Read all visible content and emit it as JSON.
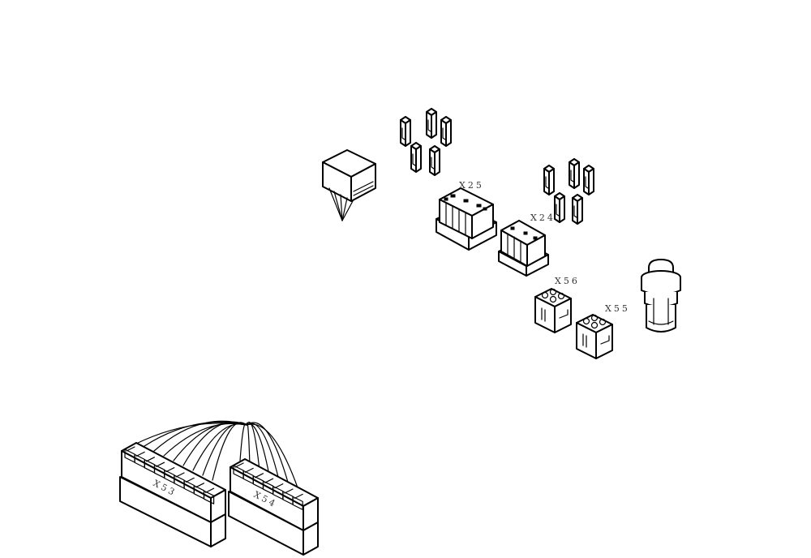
{
  "labels": {
    "x25": "X25",
    "x24": "X24",
    "x56": "X56",
    "x55": "X55",
    "x53": "X53",
    "x54": "X54"
  },
  "colors": {
    "line": "#000000",
    "background": "#ffffff"
  }
}
